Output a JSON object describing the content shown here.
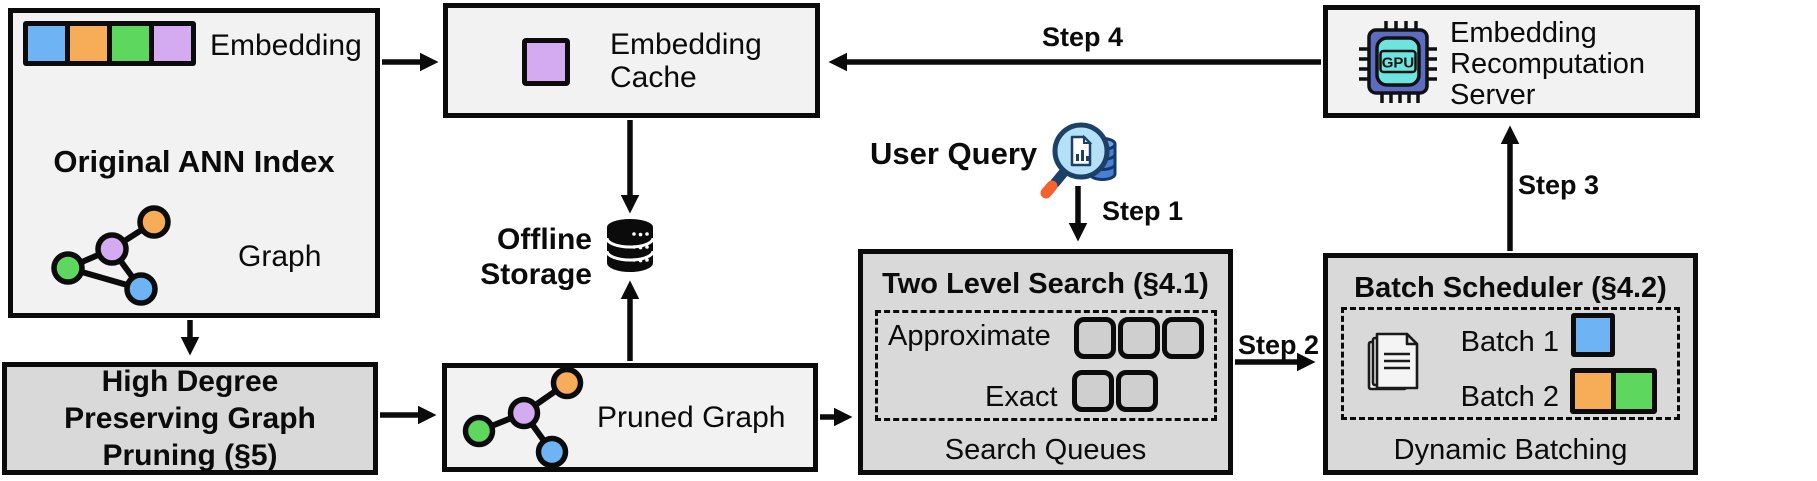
{
  "palette": {
    "blue": "#6eb4f5",
    "orange": "#f7ac57",
    "green": "#5dd75d",
    "purple": "#d4aaf0",
    "box_light": "#f2f2f2",
    "box_dark": "#d9d9d9",
    "line_black": "#0b0b0b"
  },
  "ann_index": {
    "title": "Original ANN Index",
    "embedding_label": "Embedding",
    "graph_label": "Graph"
  },
  "graph_pruning": {
    "title": "High Degree Preserving Graph Pruning (§5)"
  },
  "embedding_cache": {
    "title": "Embedding Cache"
  },
  "offline_storage": {
    "label": "Offline Storage"
  },
  "pruned_graph": {
    "label": "Pruned Graph"
  },
  "user_query": {
    "label": "User Query"
  },
  "two_level_search": {
    "title": "Two Level Search (§4.1)",
    "approximate_label": "Approximate",
    "exact_label": "Exact",
    "footer": "Search Queues"
  },
  "batch_scheduler": {
    "title": "Batch Scheduler (§4.2)",
    "batch1_label": "Batch 1",
    "batch2_label": "Batch 2",
    "footer": "Dynamic Batching"
  },
  "recomputation_server": {
    "title": "Embedding Recomputation Server",
    "gpu_label": "GPU"
  },
  "steps": {
    "step1": "Step 1",
    "step2": "Step 2",
    "step3": "Step 3",
    "step4": "Step 4"
  }
}
